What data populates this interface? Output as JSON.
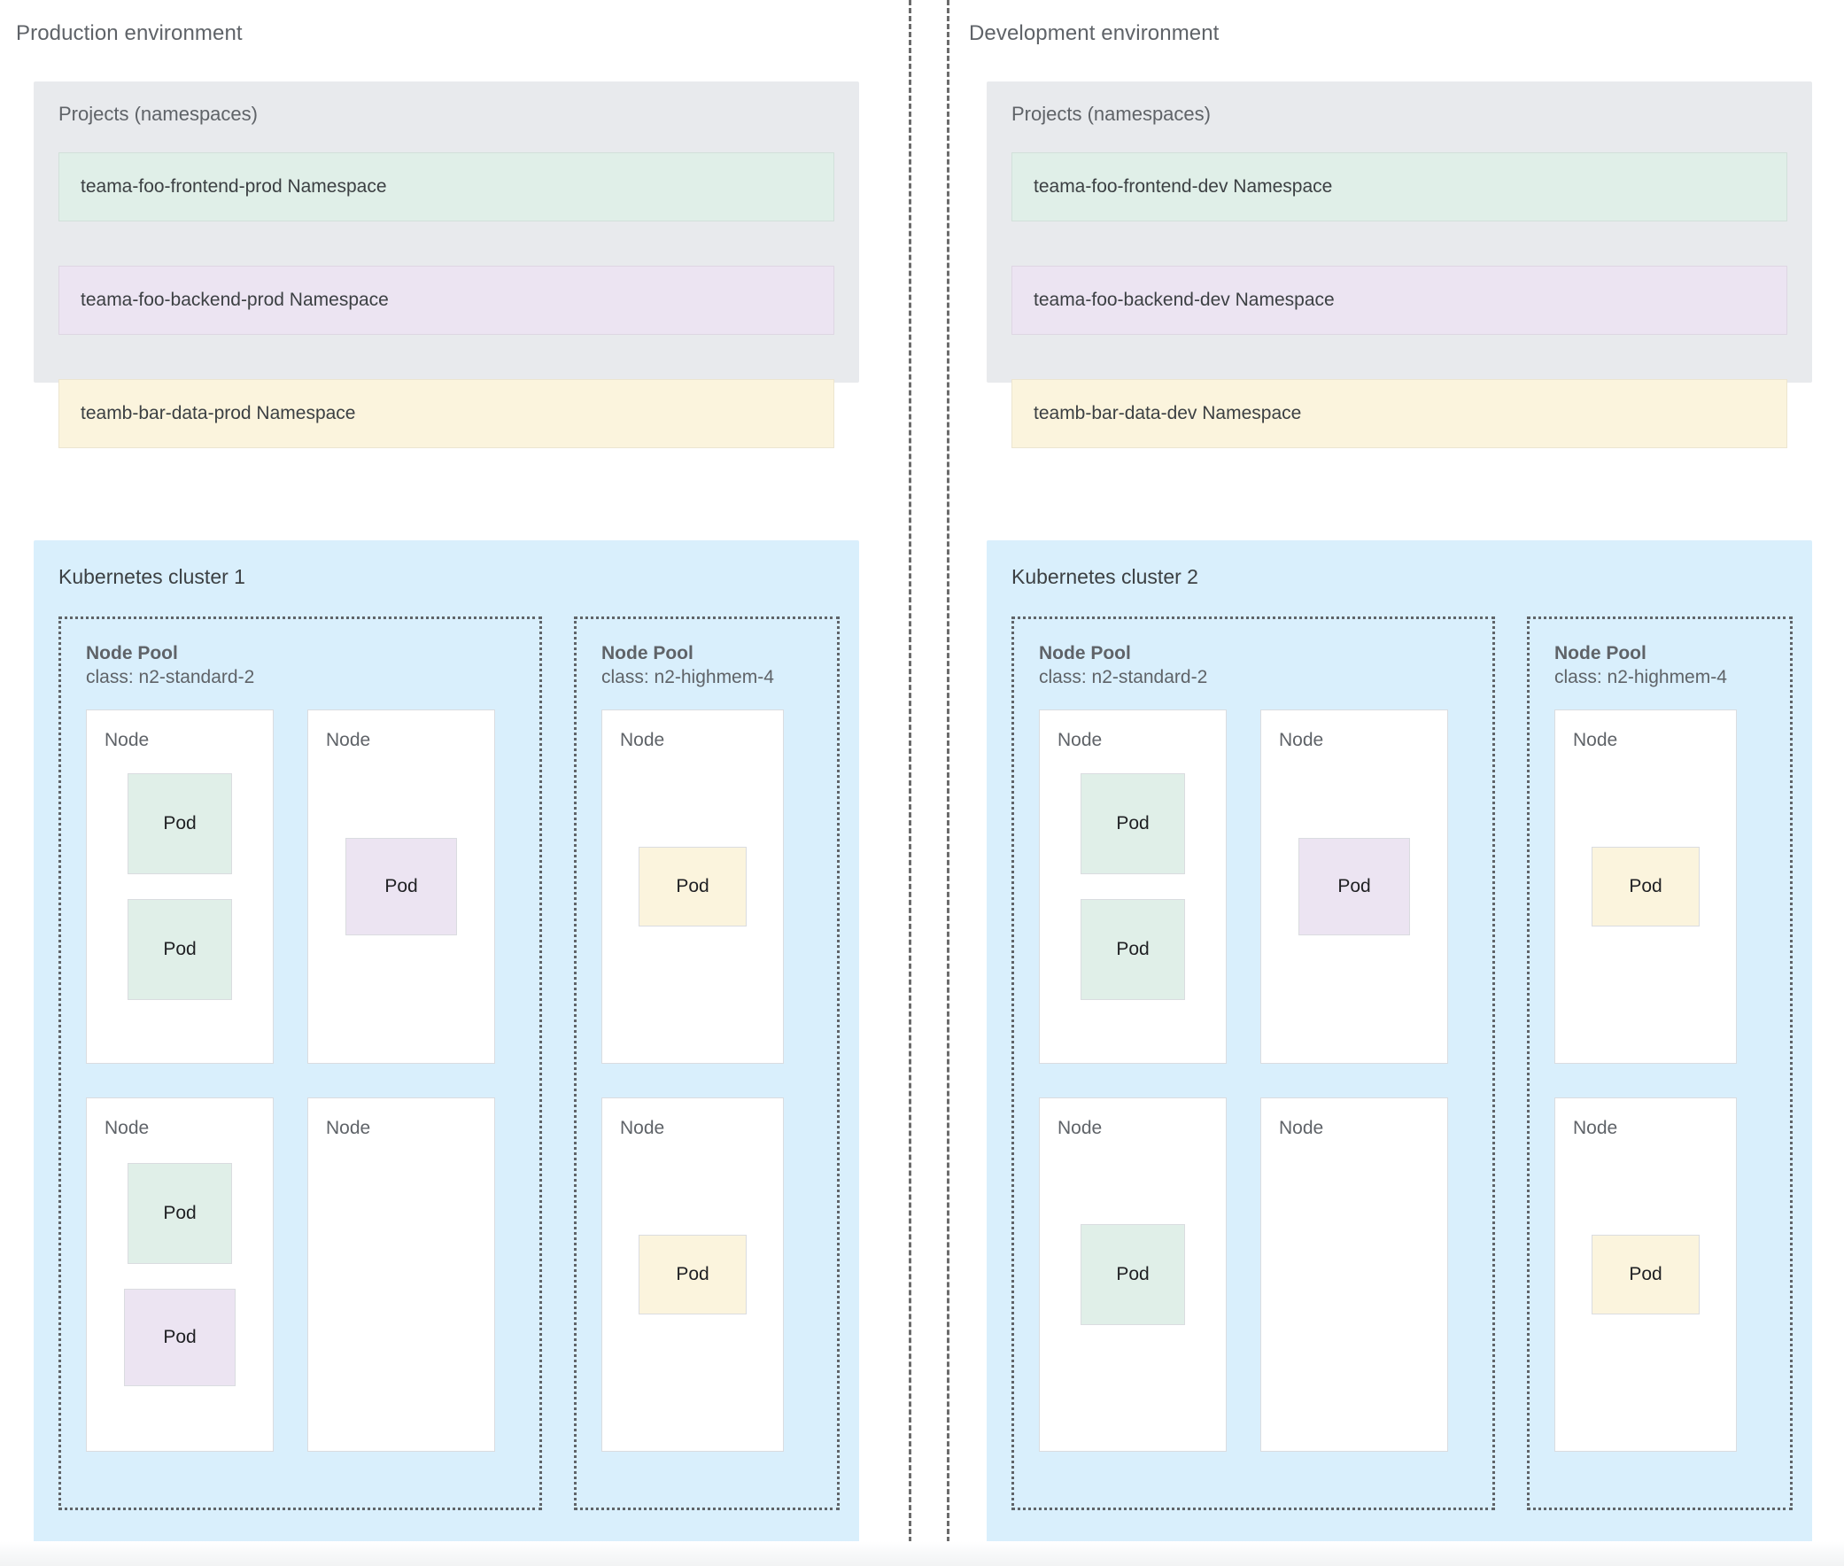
{
  "diagram": {
    "pod_label": "Pod",
    "node_label": "Node",
    "node_pool_label": "Node Pool"
  },
  "environments": [
    {
      "key": "prod",
      "title": "Production environment",
      "projects": {
        "title": "Projects (namespaces)",
        "namespaces": [
          {
            "label": "teama-foo-frontend-prod Namespace",
            "color": "green"
          },
          {
            "label": "teama-foo-backend-prod Namespace",
            "color": "purple"
          },
          {
            "label": "teamb-bar-data-prod Namespace",
            "color": "yellow"
          }
        ]
      },
      "cluster": {
        "title": "Kubernetes cluster 1",
        "node_pools": [
          {
            "name": "Node Pool",
            "class": "class: n2-standard-2",
            "size": "wide",
            "nodes": [
              {
                "label": "Node",
                "pods": [
                  {
                    "label": "Pod",
                    "color": "green"
                  },
                  {
                    "label": "Pod",
                    "color": "green"
                  }
                ]
              },
              {
                "label": "Node",
                "pods": [
                  {
                    "label": "Pod",
                    "color": "purple"
                  }
                ]
              },
              {
                "label": "Node",
                "pods": [
                  {
                    "label": "Pod",
                    "color": "green"
                  },
                  {
                    "label": "Pod",
                    "color": "purple"
                  }
                ]
              },
              {
                "label": "Node",
                "pods": []
              }
            ]
          },
          {
            "name": "Node Pool",
            "class": "class: n2-highmem-4",
            "size": "narrow",
            "nodes": [
              {
                "label": "Node",
                "pods": [
                  {
                    "label": "Pod",
                    "color": "yellow"
                  }
                ]
              },
              {
                "label": "Node",
                "pods": [
                  {
                    "label": "Pod",
                    "color": "yellow"
                  }
                ]
              }
            ]
          }
        ]
      }
    },
    {
      "key": "dev",
      "title": "Development environment",
      "projects": {
        "title": "Projects (namespaces)",
        "namespaces": [
          {
            "label": "teama-foo-frontend-dev Namespace",
            "color": "green"
          },
          {
            "label": "teama-foo-backend-dev Namespace",
            "color": "purple"
          },
          {
            "label": "teamb-bar-data-dev Namespace",
            "color": "yellow"
          }
        ]
      },
      "cluster": {
        "title": "Kubernetes cluster 2",
        "node_pools": [
          {
            "name": "Node Pool",
            "class": "class: n2-standard-2",
            "size": "wide",
            "nodes": [
              {
                "label": "Node",
                "pods": [
                  {
                    "label": "Pod",
                    "color": "green"
                  },
                  {
                    "label": "Pod",
                    "color": "green"
                  }
                ]
              },
              {
                "label": "Node",
                "pods": [
                  {
                    "label": "Pod",
                    "color": "purple"
                  }
                ]
              },
              {
                "label": "Node",
                "pods": [
                  {
                    "label": "Pod",
                    "color": "green"
                  }
                ]
              },
              {
                "label": "Node",
                "pods": []
              }
            ]
          },
          {
            "name": "Node Pool",
            "class": "class: n2-highmem-4",
            "size": "narrow",
            "nodes": [
              {
                "label": "Node",
                "pods": [
                  {
                    "label": "Pod",
                    "color": "yellow"
                  }
                ]
              },
              {
                "label": "Node",
                "pods": [
                  {
                    "label": "Pod",
                    "color": "yellow"
                  }
                ]
              }
            ]
          }
        ]
      }
    }
  ],
  "colors": {
    "green": "#e0efe8",
    "purple": "#ece4f2",
    "yellow": "#fbf4dd",
    "cluster_bg": "#d9effc",
    "projects_bg": "#e8eaed",
    "text_muted": "#5f6368",
    "text_dark": "#3c4043",
    "dashed_rule": "#5f6368"
  }
}
